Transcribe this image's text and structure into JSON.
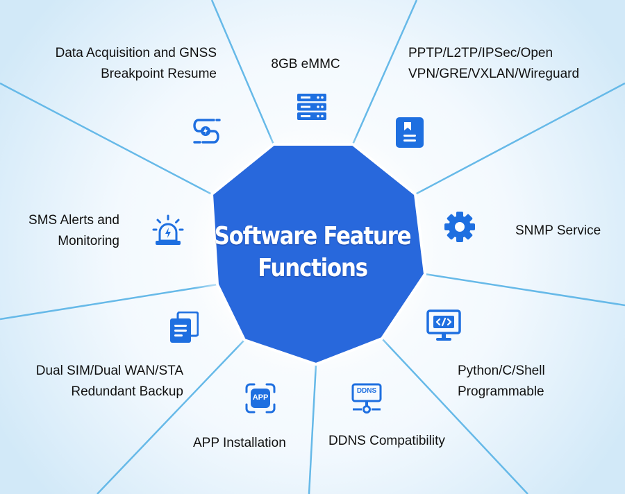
{
  "center": {
    "title_line1": "Software Feature",
    "title_line2": "Functions"
  },
  "features": [
    {
      "id": "breakpoint",
      "line1": "Data Acquisition and GNSS",
      "line2": "Breakpoint Resume",
      "icon": "connection-icon"
    },
    {
      "id": "emmc",
      "line1": "8GB eMMC",
      "line2": "",
      "icon": "server-storage-icon"
    },
    {
      "id": "vpn",
      "line1": "PPTP/L2TP/IPSec/Open",
      "line2": "VPN/GRE/VXLAN/Wireguard",
      "icon": "document-icon"
    },
    {
      "id": "snmp",
      "line1": "SNMP Service",
      "line2": "",
      "icon": "gear-icon"
    },
    {
      "id": "programmable",
      "line1": "Python/C/Shell",
      "line2": "Programmable",
      "icon": "code-monitor-icon"
    },
    {
      "id": "ddns",
      "line1": "DDNS Compatibility",
      "line2": "",
      "icon": "ddns-icon",
      "icon_text": "DDNS"
    },
    {
      "id": "app",
      "line1": "APP Installation",
      "line2": "",
      "icon": "app-icon",
      "icon_text": "APP"
    },
    {
      "id": "dualsim",
      "line1": "Dual SIM/Dual WAN/STA",
      "line2": "Redundant Backup",
      "icon": "files-icon"
    },
    {
      "id": "sms",
      "line1": "SMS Alerts and",
      "line2": "Monitoring",
      "icon": "alarm-light-icon"
    }
  ],
  "colors": {
    "center_fill": "#2868dc",
    "icon_blue": "#1e6fe0",
    "divider": "#66b9e8",
    "background": "#eaf4fc"
  }
}
